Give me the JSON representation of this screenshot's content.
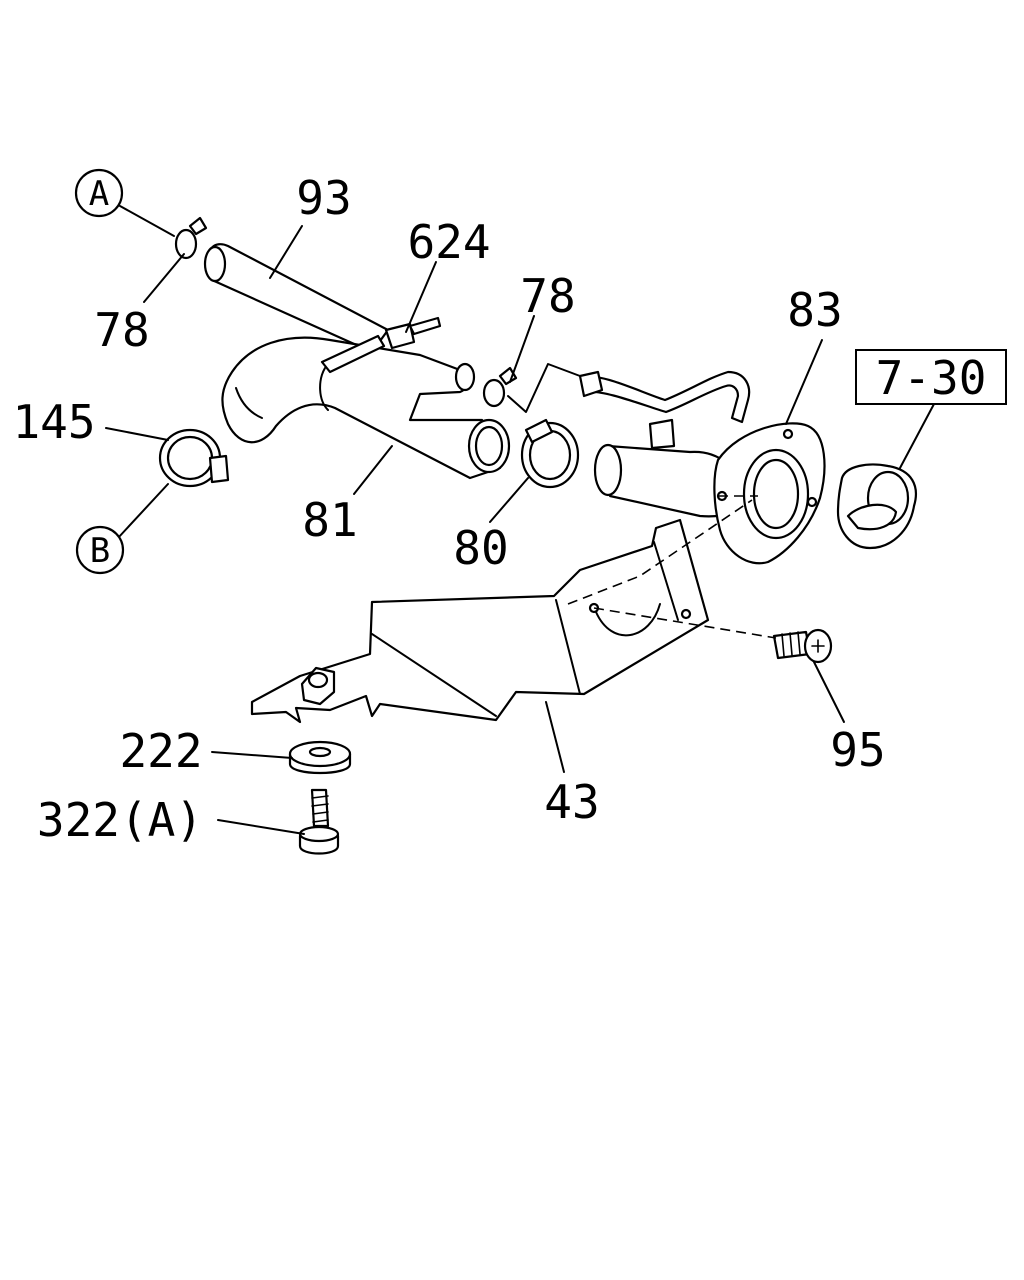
{
  "callouts": {
    "a_circle": "A",
    "b_circle": "B",
    "p93": "93",
    "p624": "624",
    "p78_left": "78",
    "p78_right": "78",
    "p83": "83",
    "p7_30": "7-30",
    "p145": "145",
    "p81": "81",
    "p80": "80",
    "p43": "43",
    "p95": "95",
    "p222": "222",
    "p322a": "322(A)"
  },
  "colors": {
    "ink": "#000000",
    "paper": "#ffffff"
  }
}
